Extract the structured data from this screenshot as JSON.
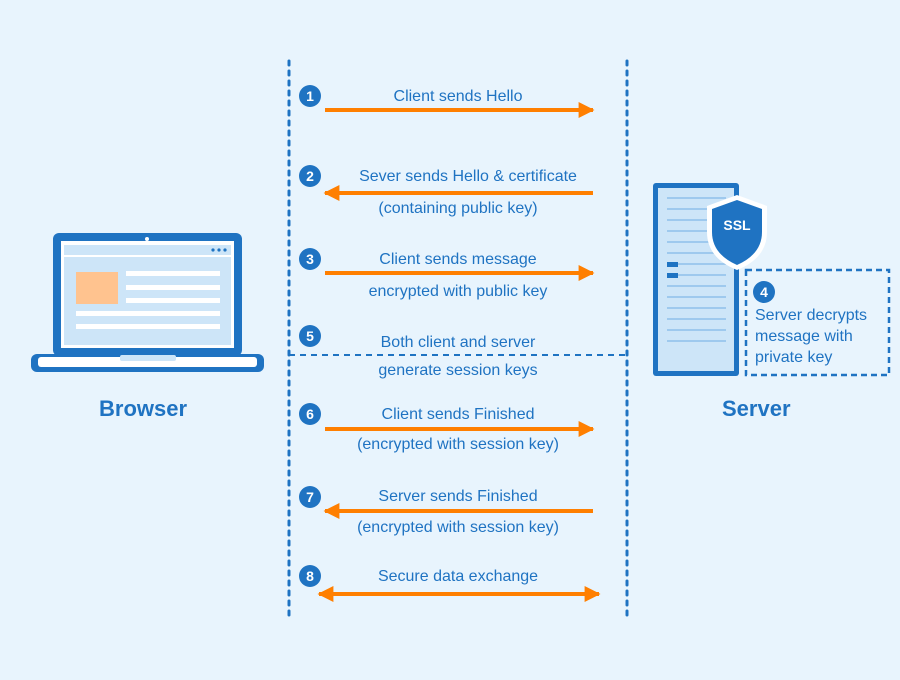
{
  "parties": {
    "browser": "Browser",
    "server": "Server"
  },
  "ssl_badge": "SSL",
  "steps": [
    {
      "num": "1",
      "lines": [
        "Client sends Hello"
      ],
      "direction": "right"
    },
    {
      "num": "2",
      "lines": [
        "Sever sends Hello & certificate",
        "(containing public key)"
      ],
      "direction": "left"
    },
    {
      "num": "3",
      "lines": [
        "Client sends message",
        "encrypted with public key"
      ],
      "direction": "right"
    },
    {
      "num": "5",
      "lines": [
        "Both client and server",
        "generate session keys"
      ],
      "direction": "none"
    },
    {
      "num": "6",
      "lines": [
        "Client sends Finished",
        "(encrypted with session key)"
      ],
      "direction": "right"
    },
    {
      "num": "7",
      "lines": [
        "Server sends Finished",
        "(encrypted with session key)"
      ],
      "direction": "left"
    },
    {
      "num": "8",
      "lines": [
        "Secure data exchange"
      ],
      "direction": "both"
    }
  ],
  "server_note": {
    "num": "4",
    "lines": [
      "Server decrypts",
      "message with",
      "private key"
    ]
  },
  "colors": {
    "background": "#e8f4fd",
    "primary": "#1f73c2",
    "arrow": "#ff7f00",
    "screen_block": "#ffc38f",
    "light_panel": "#cde5f8"
  }
}
